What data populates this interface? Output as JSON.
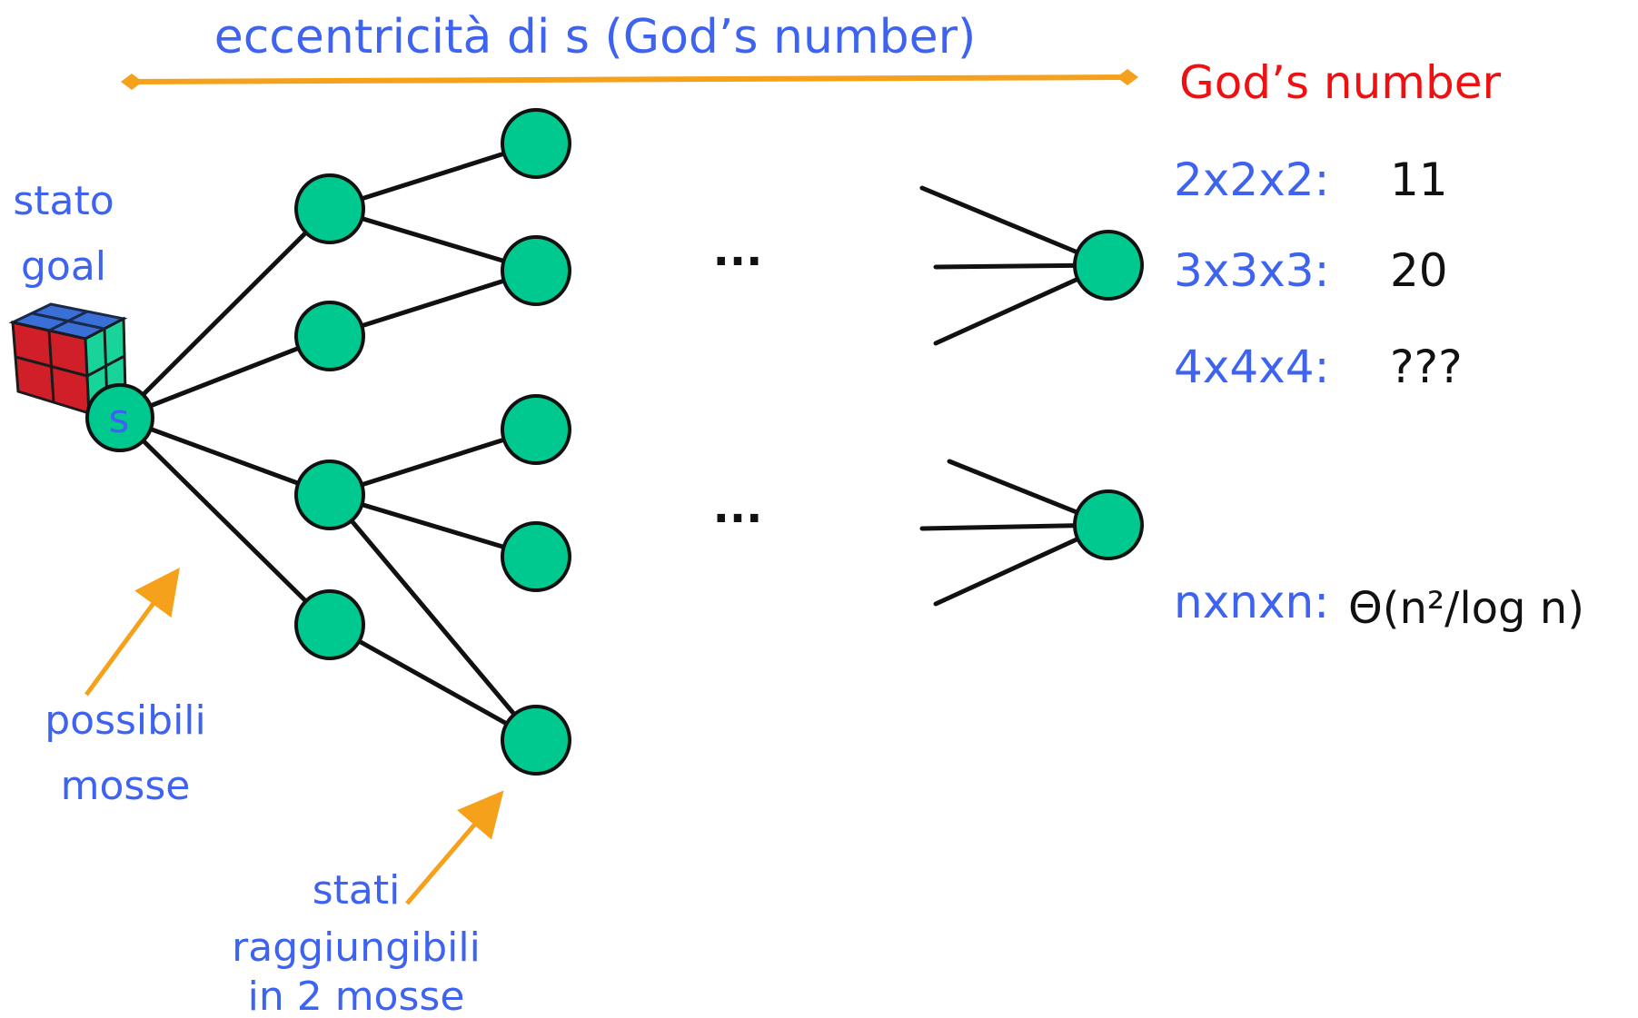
{
  "title": "eccentricità di s (God’s number)",
  "source_node_label": "s",
  "annotations": {
    "goal_state": [
      "stato",
      "goal"
    ],
    "possible_moves": [
      "possibili",
      "mosse"
    ],
    "reachable_states": [
      "stati",
      "raggiungibili",
      "in 2 mosse"
    ]
  },
  "ellipsis": "...",
  "gods_number": {
    "heading": "God’s number",
    "rows": [
      {
        "label": "2x2x2:",
        "value": "11"
      },
      {
        "label": "3x3x3:",
        "value": "20"
      },
      {
        "label": "4x4x4:",
        "value": "???"
      }
    ],
    "general": {
      "label": "nxnxn:",
      "value": "Θ(n²/log n)"
    }
  },
  "colors": {
    "node_fill": "#00c98f",
    "text_blue": "#3d63f0",
    "text_red": "#ee1111",
    "arrow_orange": "#f5a11c",
    "edge_black": "#111111"
  },
  "icons": {
    "goal_cube": "rubiks-cube-2x2-icon"
  }
}
